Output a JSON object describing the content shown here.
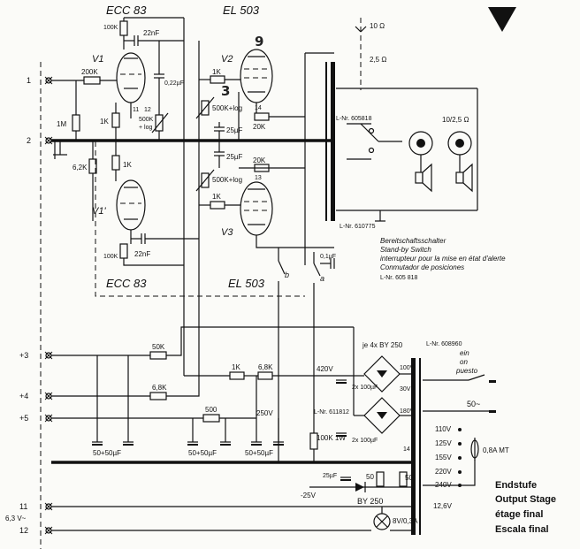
{
  "tubes": {
    "v1_type": "ECC 83",
    "v1_name": "V1",
    "v1b_name": "V1'",
    "v1b_type": "ECC 83",
    "v2_name": "V2",
    "v2_type": "EL 503",
    "v3_name": "V3",
    "v3_type": "EL 503",
    "pin_a": "11",
    "pin_b": "12",
    "pin_14": "14",
    "pin_13": "13"
  },
  "handwritten": {
    "nine": "9",
    "three": "3"
  },
  "terminals": {
    "t1": "1",
    "t2": "2",
    "t3": "+3",
    "t4": "+4",
    "t5": "+5",
    "t11": "11",
    "t12": "12",
    "t6v": "6,3 V~"
  },
  "components": {
    "r_100k_top": "100K",
    "c_22nf_top": "22nF",
    "r_200k": "200K",
    "c_022uf": "0,22µF",
    "r_1k_v2": "1K",
    "pot_500k_a": "500K+log",
    "r_14": "14",
    "r_20k_a": "20K",
    "r_1m": "1M",
    "r_1k_v1": "1K",
    "pot_500k_mid": "500K",
    "pot_log_mid": "+ log",
    "c_25uf_a": "25µF",
    "r_62k": "6,2K",
    "r_1k_mid": "1K",
    "c_25uf_b": "25µF",
    "r_20k_b": "20K",
    "pot_500k_b": "500K+log",
    "r_1k_v3": "1K",
    "r_100k_bot": "100K",
    "c_22nf_bot": "22nF",
    "r_50k": "50K",
    "r_1k_sup": "1K",
    "r_68k_sup": "6,8K",
    "r_68k_left": "6,8K",
    "r_500": "500",
    "cap_pair_1": "50+50µF",
    "cap_pair_2": "50+50µF",
    "cap_pair_3": "50+50µF",
    "c_2x100_a": "2x 100µF",
    "c_2x100_b": "2x 100µF",
    "r_100k_1w": "100K 1W",
    "c_25uf_neg": "25µF",
    "r_50_a": "50",
    "r_50_b": "50",
    "c_01uf": "0,1µF",
    "sw_a": "a",
    "sw_b": "b"
  },
  "voltages": {
    "v420": "420V",
    "v250": "250V",
    "vneg25": "-25V",
    "v100": "100V",
    "v30": "30V",
    "v180": "180V",
    "v126": "12,6V",
    "lamp": "8V/0,3A"
  },
  "output": {
    "ohm10": "10 Ω",
    "ohm25": "2,5 Ω",
    "jacks": "10/2,5 Ω",
    "lnr_switch": "L-Nr. 605818",
    "lnr_trafo": "L-Nr. 610775"
  },
  "standby": {
    "de": "Bereitschaftsschalter",
    "en": "Stand-by Switch",
    "fr": "interrupteur pour la mise en état d'alerte",
    "es": "Conmutador de posiciones",
    "lnr": "L-Nr. 605 818"
  },
  "power": {
    "rectifier": "je 4x BY 250",
    "lnr_main": "L-Nr. 608960",
    "switch_de": "ein",
    "switch_en": "on",
    "switch_es": "puesto",
    "mains": "50~",
    "fuse": "0,8A MT",
    "taps": [
      "110V",
      "125V",
      "155V",
      "220V",
      "240V"
    ],
    "lnr_choke": "L-Nr. 611812",
    "diode": "BY 250",
    "tap_14": "14"
  },
  "caption": {
    "de": "Endstufe",
    "en": "Output Stage",
    "fr": "étage final",
    "es": "Escala final"
  }
}
